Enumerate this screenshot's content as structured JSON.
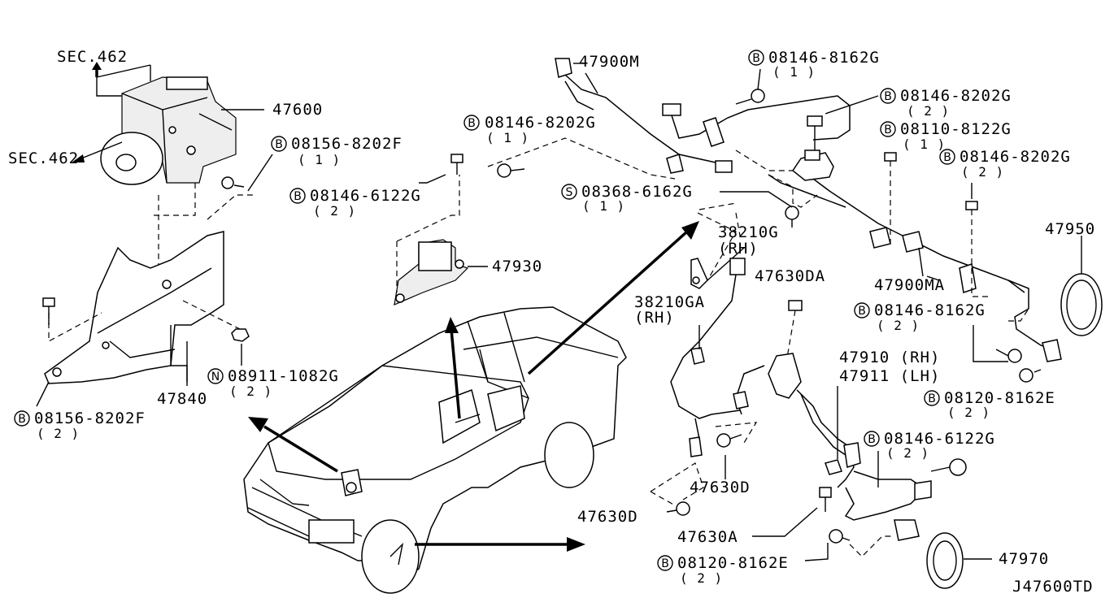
{
  "diagram_code": "J47600TD",
  "sections": [
    {
      "id": "sec1",
      "text": "SEC.462"
    },
    {
      "id": "sec2",
      "text": "SEC.462"
    }
  ],
  "parts": {
    "p47600": "47600",
    "p47840": "47840",
    "p47930": "47930",
    "p47900M": "47900M",
    "p38210G": "38210G",
    "p38210G_rh": "(RH)",
    "p38210GA": "38210GA",
    "p38210GA_rh": "(RH)",
    "p47630DA": "47630DA",
    "p47900MA": "47900MA",
    "p47950": "47950",
    "p47910": "47910 (RH)",
    "p47911": "47911 (LH)",
    "p47630D_a": "47630D",
    "p47630D_b": "47630D",
    "p47630A": "47630A",
    "p47970": "47970"
  },
  "fasteners": [
    {
      "id": "f1",
      "prefix": "B",
      "code": "08156-8202F",
      "qty": "( 1 )"
    },
    {
      "id": "f2",
      "prefix": "B",
      "code": "08146-6122G",
      "qty": "( 2 )"
    },
    {
      "id": "f3",
      "prefix": "B",
      "code": "08156-8202F",
      "qty": "( 2 )"
    },
    {
      "id": "f4",
      "prefix": "N",
      "code": "08911-1082G",
      "qty": "( 2 )"
    },
    {
      "id": "f5",
      "prefix": "B",
      "code": "08146-8202G",
      "qty": "( 1 )"
    },
    {
      "id": "f6",
      "prefix": "B",
      "code": "08146-8162G",
      "qty": "( 1 )"
    },
    {
      "id": "f7",
      "prefix": "B",
      "code": "08146-8202G",
      "qty": "( 2 )"
    },
    {
      "id": "f8",
      "prefix": "B",
      "code": "08110-8122G",
      "qty": "( 1 )"
    },
    {
      "id": "f9",
      "prefix": "B",
      "code": "08146-8202G",
      "qty": "( 2 )"
    },
    {
      "id": "f10",
      "prefix": "S",
      "code": "08368-6162G",
      "qty": "( 1 )"
    },
    {
      "id": "f11",
      "prefix": "B",
      "code": "08146-8162G",
      "qty": "( 2 )"
    },
    {
      "id": "f12",
      "prefix": "B",
      "code": "08120-8162E",
      "qty": "( 2 )"
    },
    {
      "id": "f13",
      "prefix": "B",
      "code": "08146-6122G",
      "qty": "( 2 )"
    },
    {
      "id": "f14",
      "prefix": "B",
      "code": "08120-8162E",
      "qty": "( 2 )"
    }
  ]
}
